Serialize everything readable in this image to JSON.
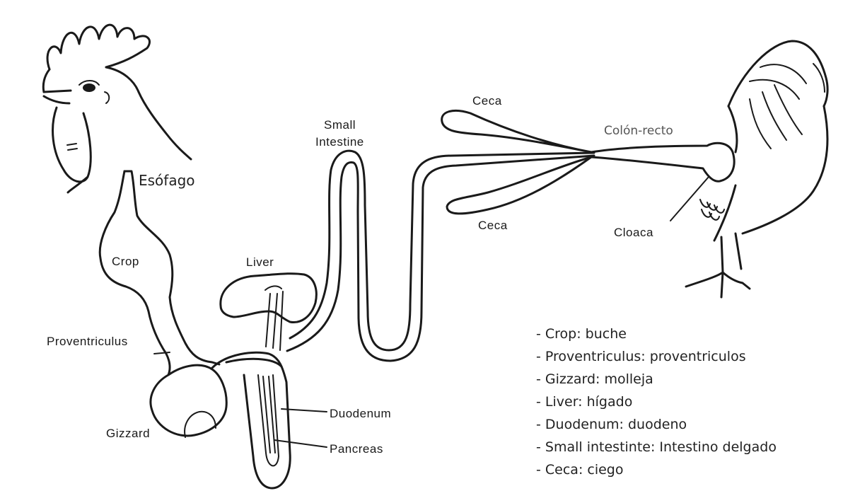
{
  "labels": {
    "esofago": "Esófago",
    "crop": "Crop",
    "proventriculus": "Proventriculus",
    "gizzard": "Gizzard",
    "liver": "Liver",
    "duodenum": "Duodenum",
    "pancreas": "Pancreas",
    "small_intestine_line1": "Small",
    "small_intestine_line2": "Intestine",
    "ceca_top": "Ceca",
    "ceca_bottom": "Ceca",
    "colon_recto": "Colón-recto",
    "cloaca": "Cloaca"
  },
  "legend": [
    "- Crop: buche",
    "- Proventriculus: proventriculos",
    "- Gizzard: molleja",
    "- Liver: hígado",
    "- Duodenum: duodeno",
    "- Small intestinte: Intestino delgado",
    "- Ceca: ciego"
  ]
}
